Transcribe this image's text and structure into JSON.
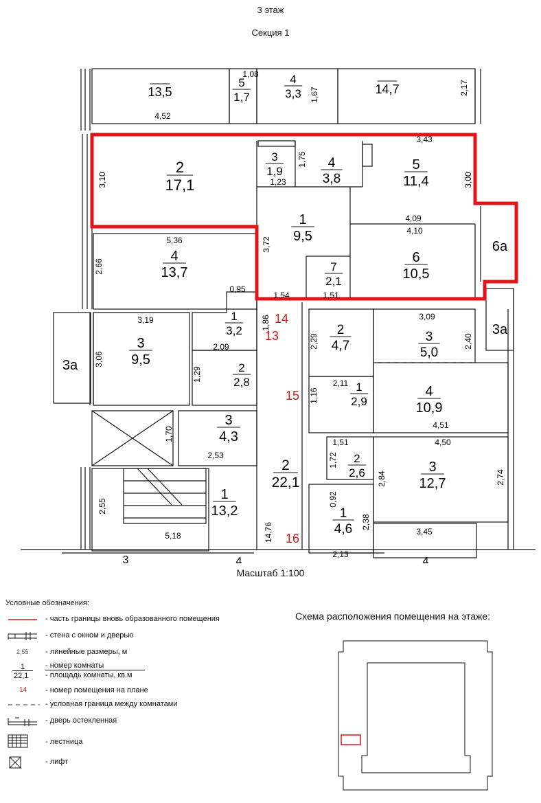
{
  "header": {
    "floor": "3 этаж",
    "section": "Секция 1"
  },
  "scale_label": "Масштаб 1:100",
  "colors": {
    "highlight": "#e0141b",
    "line": "#111111",
    "mark": "#d21a1a"
  },
  "rooms": [
    {
      "id": "r-top-1",
      "num": "",
      "area": "13,5"
    },
    {
      "id": "r-top-5",
      "num": "5",
      "area": "1,7"
    },
    {
      "id": "r-top-4",
      "num": "4",
      "area": "3,3"
    },
    {
      "id": "r-top-big",
      "num": "",
      "area": "14,7"
    },
    {
      "id": "r-hl-2",
      "num": "2",
      "area": "17,1"
    },
    {
      "id": "r-hl-3",
      "num": "3",
      "area": "1,9"
    },
    {
      "id": "r-hl-4",
      "num": "4",
      "area": "3,8"
    },
    {
      "id": "r-hl-5",
      "num": "5",
      "area": "11,4"
    },
    {
      "id": "r-hl-1",
      "num": "1",
      "area": "9,5"
    },
    {
      "id": "r-hl-7",
      "num": "7",
      "area": "2,1"
    },
    {
      "id": "r-hl-6",
      "num": "6",
      "area": "10,5"
    },
    {
      "id": "r-l-4",
      "num": "4",
      "area": "13,7"
    },
    {
      "id": "r-l-1",
      "num": "1",
      "area": "3,2"
    },
    {
      "id": "r-l-3",
      "num": "3",
      "area": "9,5"
    },
    {
      "id": "r-l-2",
      "num": "2",
      "area": "2,8"
    },
    {
      "id": "r-l-3b",
      "num": "3",
      "area": "4,3"
    },
    {
      "id": "r-corr-2",
      "num": "2",
      "area": "22,1"
    },
    {
      "id": "r-stair-1",
      "num": "1",
      "area": "13,2"
    },
    {
      "id": "r-r-2",
      "num": "2",
      "area": "4,7"
    },
    {
      "id": "r-r-3",
      "num": "3",
      "area": "5,0"
    },
    {
      "id": "r-r-1",
      "num": "1",
      "area": "2,9"
    },
    {
      "id": "r-r-4",
      "num": "4",
      "area": "10,9"
    },
    {
      "id": "r-r-2b",
      "num": "2",
      "area": "2,6"
    },
    {
      "id": "r-r-3b",
      "num": "3",
      "area": "12,7"
    },
    {
      "id": "r-r-1b",
      "num": "1",
      "area": "4,6"
    }
  ],
  "labels": [
    {
      "id": "lb-6a",
      "text": "6а"
    },
    {
      "id": "lb-3a-left",
      "text": "3а"
    },
    {
      "id": "lb-3a-right",
      "text": "3а"
    },
    {
      "id": "lb-bottom-3",
      "text": "3"
    },
    {
      "id": "lb-bottom-4l",
      "text": "4"
    },
    {
      "id": "lb-bottom-4r",
      "text": "4"
    }
  ],
  "dims": [
    {
      "id": "d01",
      "text": "4,52"
    },
    {
      "id": "d02",
      "text": "1,08"
    },
    {
      "id": "d03",
      "text": "1,67"
    },
    {
      "id": "d04",
      "text": "2,17"
    },
    {
      "id": "d05",
      "text": "3,43"
    },
    {
      "id": "d06",
      "text": "3,10"
    },
    {
      "id": "d07",
      "text": "1,75"
    },
    {
      "id": "d08",
      "text": "1,23"
    },
    {
      "id": "d09",
      "text": "3,00"
    },
    {
      "id": "d10",
      "text": "4,09"
    },
    {
      "id": "d11",
      "text": "4,10"
    },
    {
      "id": "d12",
      "text": "5,36"
    },
    {
      "id": "d13",
      "text": "3,72"
    },
    {
      "id": "d14",
      "text": "2,66"
    },
    {
      "id": "d15",
      "text": "0,95"
    },
    {
      "id": "d16",
      "text": "1,54"
    },
    {
      "id": "d17",
      "text": "1,51"
    },
    {
      "id": "d18",
      "text": "1,86"
    },
    {
      "id": "d19",
      "text": "3,19"
    },
    {
      "id": "d20",
      "text": "3,06"
    },
    {
      "id": "d21",
      "text": "2,09"
    },
    {
      "id": "d22",
      "text": "1,29"
    },
    {
      "id": "d23",
      "text": "3,09"
    },
    {
      "id": "d24",
      "text": "2,29"
    },
    {
      "id": "d25",
      "text": "2,40"
    },
    {
      "id": "d26",
      "text": "2,11"
    },
    {
      "id": "d27",
      "text": "1,16"
    },
    {
      "id": "d28",
      "text": "4,51"
    },
    {
      "id": "d29",
      "text": "1,70"
    },
    {
      "id": "d30",
      "text": "2,53"
    },
    {
      "id": "d31",
      "text": "1,51"
    },
    {
      "id": "d32",
      "text": "4,50"
    },
    {
      "id": "d33",
      "text": "1,72"
    },
    {
      "id": "d34",
      "text": "2,84"
    },
    {
      "id": "d35",
      "text": "2,74"
    },
    {
      "id": "d36",
      "text": "2,55"
    },
    {
      "id": "d37",
      "text": "0,92"
    },
    {
      "id": "d38",
      "text": "5,18"
    },
    {
      "id": "d39",
      "text": "14,76"
    },
    {
      "id": "d40",
      "text": "2,38"
    },
    {
      "id": "d41",
      "text": "3,45"
    },
    {
      "id": "d42",
      "text": "2,13"
    }
  ],
  "plan_numbers": [
    {
      "id": "pn14",
      "text": "14"
    },
    {
      "id": "pn13",
      "text": "13"
    },
    {
      "id": "pn15",
      "text": "15"
    },
    {
      "id": "pn16",
      "text": "16"
    }
  ],
  "legend": {
    "title": "Условные обозначения:",
    "items": [
      {
        "id": "boundary",
        "text": "- часть границы вновь образованного помещения"
      },
      {
        "id": "wall",
        "text": "- стена с окном и дверью"
      },
      {
        "id": "dims",
        "sample": "2,55",
        "text": "- линейные размеры, м"
      },
      {
        "id": "roomnum",
        "sample_num": "1",
        "sample_area": "22,1",
        "text": "- номер комнаты",
        "text2": "- площадь комнаты, кв.м"
      },
      {
        "id": "planno",
        "sample": "14",
        "text": "- номер помещения на плане"
      },
      {
        "id": "dashed",
        "text": "- условная граница между комнатами"
      },
      {
        "id": "glassdoor",
        "text": "- дверь остекленная"
      },
      {
        "id": "stairs",
        "text": "- лестница"
      },
      {
        "id": "lift",
        "text": "- лифт"
      }
    ]
  },
  "scheme": {
    "title": "Схема расположения помещения на этаже:"
  }
}
